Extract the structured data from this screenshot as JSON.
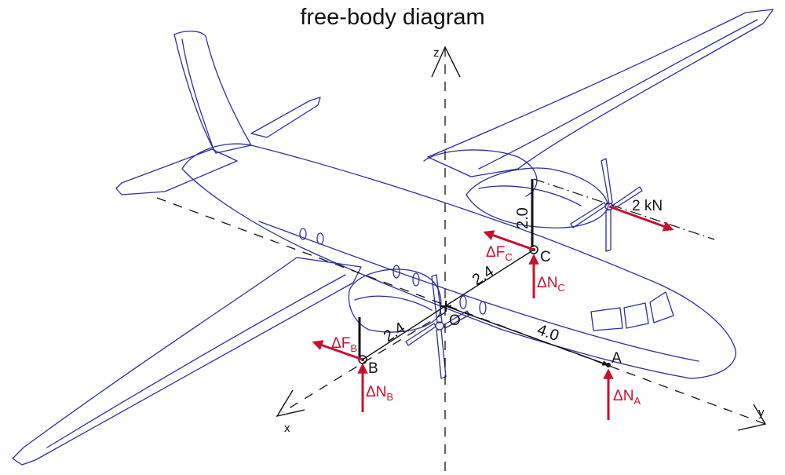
{
  "title": "free-body diagram",
  "axes": {
    "x": "x",
    "y": "y",
    "z": "z"
  },
  "points": {
    "A": "A",
    "B": "B",
    "C": "C",
    "O": "O"
  },
  "dimensions": {
    "OA": "4.0",
    "OB": "2.4",
    "OC": "2.4",
    "C_height": "2.0"
  },
  "forces": {
    "thrust": "2 kN",
    "dN_A": {
      "delta": "ΔN",
      "sub": "A"
    },
    "dN_B": {
      "delta": "ΔN",
      "sub": "B"
    },
    "dN_C": {
      "delta": "ΔN",
      "sub": "C"
    },
    "dF_B": {
      "delta": "ΔF",
      "sub": "B"
    },
    "dF_C": {
      "delta": "ΔF",
      "sub": "C"
    }
  },
  "colors": {
    "outline": "#2b2f9a",
    "force": "#c8102e",
    "axis": "#111111"
  }
}
